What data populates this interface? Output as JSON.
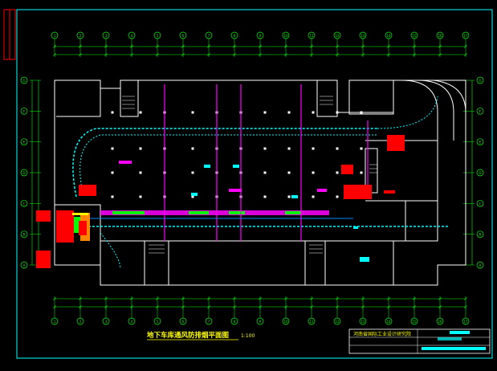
{
  "drawing": {
    "title": "地下车库通风防排烟平面图",
    "scale": "1:100"
  },
  "title_block": {
    "institute": "河南省国际工业设计研究院"
  },
  "axes": {
    "top": [
      "1",
      "2",
      "3",
      "4",
      "5",
      "6",
      "7",
      "8",
      "9",
      "10",
      "11",
      "12",
      "13",
      "14",
      "15",
      "16",
      "17"
    ],
    "left": [
      "A",
      "B",
      "C",
      "D",
      "E",
      "F",
      "G"
    ]
  },
  "colors": {
    "background": "#000000",
    "frame": "#00ffff",
    "grid": "#00ff00",
    "walls": "#ffffff",
    "duct_main": "#00ffff",
    "duct_branch": "#ff00ff",
    "equipment": "#ff0000",
    "labels": "#00ff00",
    "title": "#ffff00",
    "title_block": "#00ffff"
  }
}
